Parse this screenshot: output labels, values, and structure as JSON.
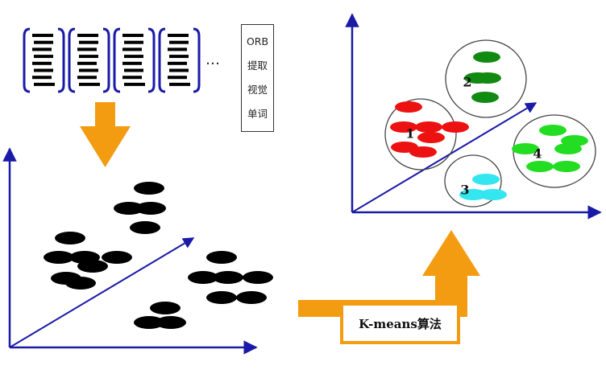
{
  "orb_box": {
    "lines": [
      "ORB",
      "提取",
      "视觉",
      "单词"
    ]
  },
  "ellipsis": "…",
  "algo_box": {
    "label": "K-means算法"
  },
  "clusters": [
    {
      "label": "1",
      "color": "#EE1111"
    },
    {
      "label": "2",
      "color": "#118A11"
    },
    {
      "label": "3",
      "color": "#33E6F0"
    },
    {
      "label": "4",
      "color": "#22DD22"
    }
  ],
  "colors": {
    "axis": "#1A1AA8",
    "arrow": "#F39C12",
    "points": "#000000",
    "document_lines": "#000000"
  }
}
